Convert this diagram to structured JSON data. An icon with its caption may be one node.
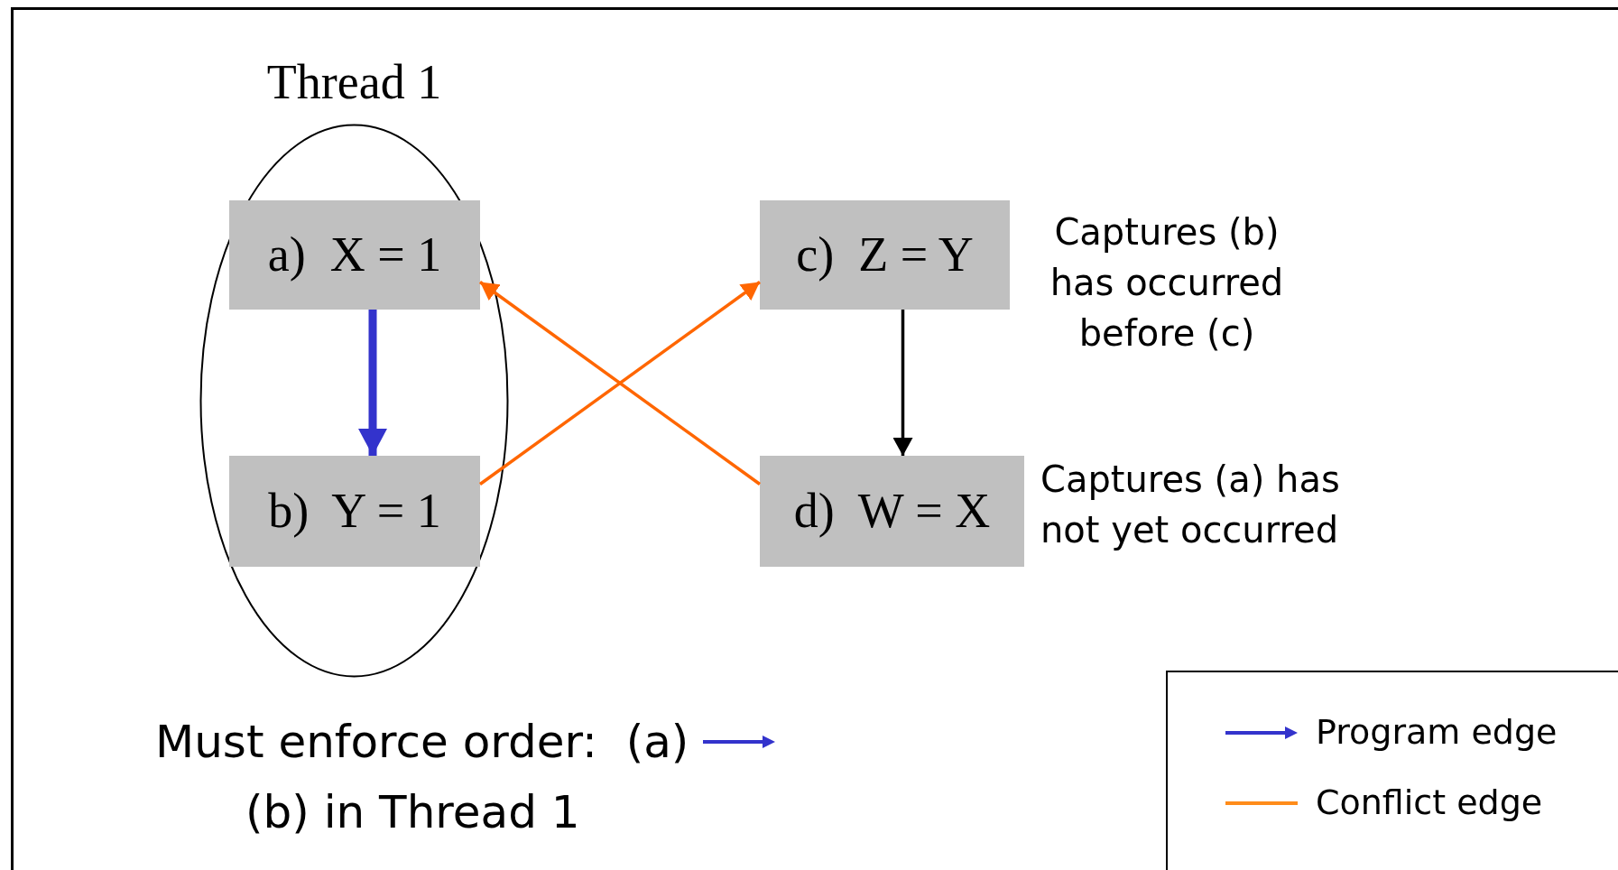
{
  "diagram": {
    "nodes": [
      {
        "text": [
          "Thread 1"
        ]
      },
      {
        "text": [
          "a)  X = 1"
        ],
        "in": 0
      },
      {
        "text": [
          "b)  Y = 1"
        ],
        "in": 0
      },
      {
        "text": [
          "c)  Z = Y"
        ],
        "beside": [
          "Captures (b) has occurred before (c)"
        ]
      },
      {
        "text": [
          "d)  W = X"
        ],
        "beside": [
          "Captures (a) has not yet occurred"
        ]
      }
    ],
    "edges": [
      {
        "from": 1,
        "to": 2,
        "arrow": "to",
        "style": "thick",
        "color": "#3333cc"
      },
      {
        "from": 2,
        "to": 3,
        "arrow": "to",
        "color": "#ff6600"
      },
      {
        "from": 4,
        "to": 1,
        "arrow": "to",
        "color": "#ff6600"
      },
      {
        "from": 3,
        "to": 4,
        "arrow": "to",
        "color": "#000000"
      }
    ],
    "labels": [
      "Must enforce order:  (a)",
      "(b) in Thread 1"
    ],
    "legend": [
      {
        "text": "Program edge"
      },
      {
        "text": "Conflict edge"
      }
    ]
  }
}
